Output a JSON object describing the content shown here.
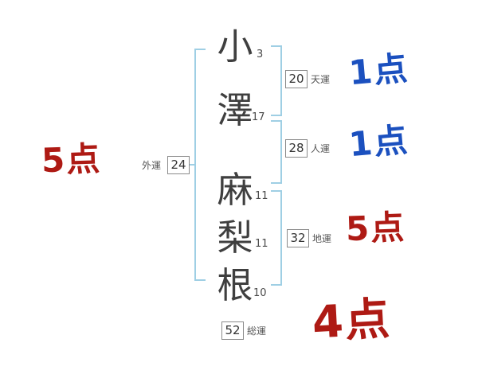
{
  "name_chars": [
    {
      "char": "小",
      "strokes": "3"
    },
    {
      "char": "澤",
      "strokes": "17"
    },
    {
      "char": "麻",
      "strokes": "11"
    },
    {
      "char": "梨",
      "strokes": "11"
    },
    {
      "char": "根",
      "strokes": "10"
    }
  ],
  "fortunes": {
    "ten": {
      "value": "20",
      "label": "天運",
      "score": "1点"
    },
    "jin": {
      "value": "28",
      "label": "人運",
      "score": "1点"
    },
    "chi": {
      "value": "32",
      "label": "地運",
      "score": "5点"
    },
    "gai": {
      "value": "24",
      "label": "外運",
      "score": "5点"
    },
    "sou": {
      "value": "52",
      "label": "総運",
      "score": "4点"
    }
  },
  "colors": {
    "bracket": "#9fcfe4",
    "score_red": "#ae1a14",
    "score_blue": "#1b50bf",
    "char_text": "#3f3f3f"
  }
}
